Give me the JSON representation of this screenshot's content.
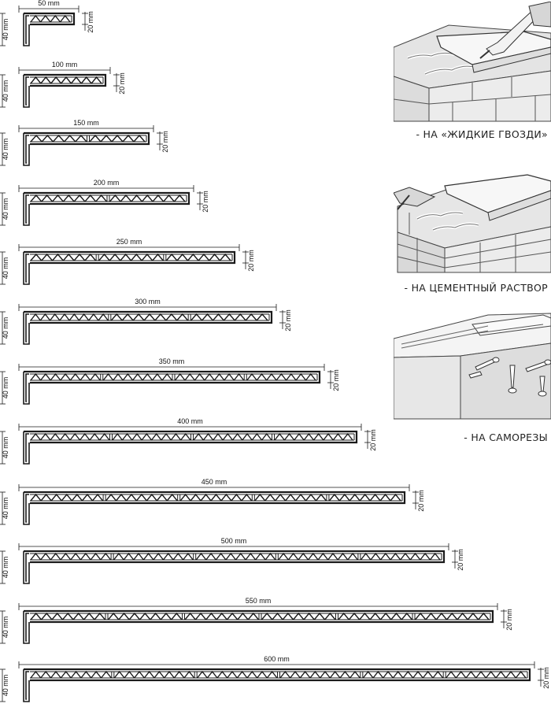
{
  "profiles": [
    {
      "width": "50 mm",
      "height": "40 mm",
      "thickness": "20 mm",
      "sections": 1
    },
    {
      "width": "100 mm",
      "height": "40 mm",
      "thickness": "20 mm",
      "sections": 1
    },
    {
      "width": "150 mm",
      "height": "40 mm",
      "thickness": "20 mm",
      "sections": 2
    },
    {
      "width": "200 mm",
      "height": "40 mm",
      "thickness": "20 mm",
      "sections": 2
    },
    {
      "width": "250 mm",
      "height": "40 mm",
      "thickness": "20 mm",
      "sections": 3
    },
    {
      "width": "300 mm",
      "height": "40 mm",
      "thickness": "20 mm",
      "sections": 3
    },
    {
      "width": "350 mm",
      "height": "40 mm",
      "thickness": "20 mm",
      "sections": 4
    },
    {
      "width": "400 mm",
      "height": "40 mm",
      "thickness": "20 mm",
      "sections": 4
    },
    {
      "width": "450 mm",
      "height": "40 mm",
      "thickness": "20 mm",
      "sections": 5
    },
    {
      "width": "500 mm",
      "height": "40 mm",
      "thickness": "20 mm",
      "sections": 5
    },
    {
      "width": "550 mm",
      "height": "40 mm",
      "thickness": "20 mm",
      "sections": 6
    },
    {
      "width": "600 mm",
      "height": "40 mm",
      "thickness": "20 mm",
      "sections": 6
    }
  ],
  "mounting": [
    {
      "caption": "- НА «ЖИДКИЕ ГВОЗДИ»"
    },
    {
      "caption": "- НА ЦЕМЕНТНЫЙ РАСТВОР"
    },
    {
      "caption": "- НА САМОРЕЗЫ"
    }
  ],
  "colors": {
    "line": "#1a1a1a",
    "wall_fill": "#e4e4e4",
    "wall_lines": "#555555"
  }
}
